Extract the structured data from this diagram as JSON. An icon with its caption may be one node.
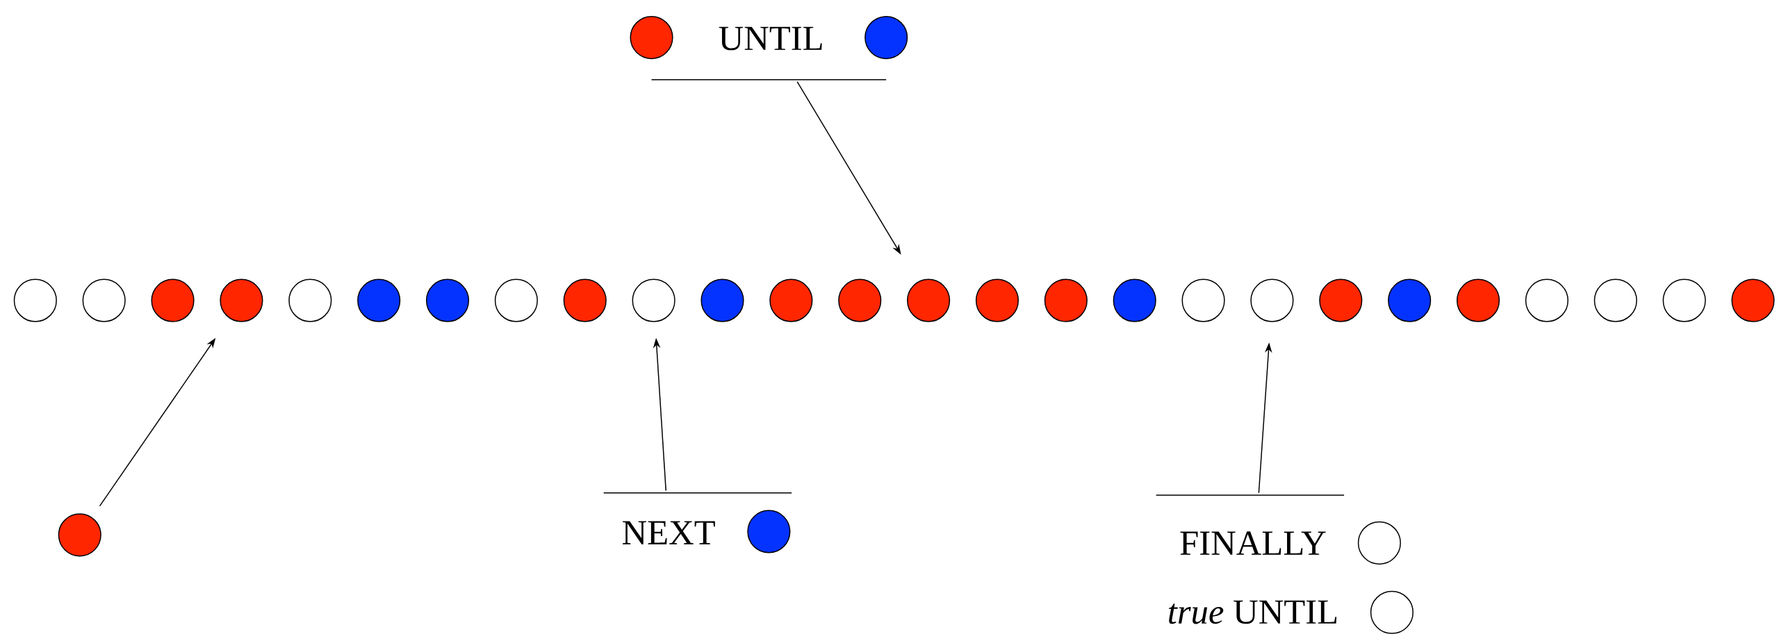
{
  "diagram": {
    "nodes": [
      {
        "text": [
          "UNTIL"
        ]
      },
      {
        "text": [],
        "shape": "circle"
      },
      {
        "text": [],
        "shape": "circle"
      },
      {
        "text": [],
        "shape": "circle"
      },
      {
        "text": [],
        "shape": "circle"
      },
      {
        "text": [],
        "shape": "circle"
      },
      {
        "text": [],
        "shape": "circle"
      },
      {
        "text": [],
        "shape": "circle"
      },
      {
        "text": [],
        "shape": "circle"
      },
      {
        "text": [],
        "shape": "circle"
      },
      {
        "text": [],
        "shape": "circle"
      },
      {
        "text": [],
        "shape": "circle"
      },
      {
        "text": [],
        "shape": "circle"
      },
      {
        "text": [],
        "shape": "circle"
      },
      {
        "text": [],
        "shape": "circle"
      },
      {
        "text": [],
        "shape": "circle"
      },
      {
        "text": [],
        "shape": "circle"
      },
      {
        "text": [],
        "shape": "circle"
      },
      {
        "text": [],
        "shape": "circle"
      },
      {
        "text": [],
        "shape": "circle"
      },
      {
        "text": [],
        "shape": "circle"
      },
      {
        "text": [],
        "shape": "circle"
      },
      {
        "text": [],
        "shape": "circle"
      },
      {
        "text": [],
        "shape": "circle"
      },
      {
        "text": [],
        "shape": "circle"
      },
      {
        "text": [],
        "shape": "circle"
      },
      {
        "text": [],
        "shape": "circle"
      },
      {
        "text": [],
        "shape": "circle"
      },
      {
        "text": [],
        "shape": "circle"
      },
      {
        "text": [],
        "shape": "circle"
      },
      {
        "text": [
          "NEXT"
        ]
      },
      {
        "text": [],
        "shape": "circle"
      },
      {
        "text": [
          "FINALLY",
          "*true* UNTIL"
        ]
      },
      {
        "text": [],
        "shape": "circle"
      },
      {
        "text": [],
        "shape": "circle"
      }
    ],
    "edges": [
      {
        "from": 0,
        "to": 16,
        "arrow": "to"
      },
      {
        "from": 29,
        "to": 6,
        "arrow": "to"
      },
      {
        "from": 30,
        "to": 12,
        "arrow": "to"
      },
      {
        "from": 32,
        "to": 21,
        "arrow": "to"
      }
    ]
  }
}
